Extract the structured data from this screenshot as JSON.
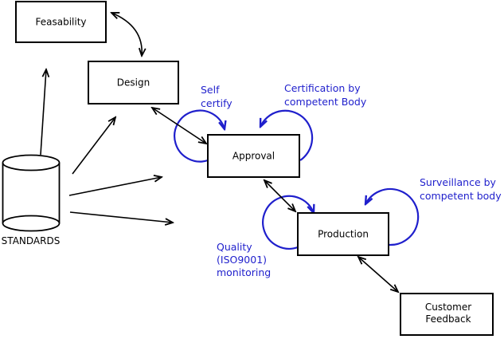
{
  "boxes": {
    "feasability": {
      "label": "Feasability"
    },
    "design": {
      "label": "Design"
    },
    "approval": {
      "label": "Approval"
    },
    "production": {
      "label": "Production"
    },
    "customer_feedback": {
      "label_line1": "Customer",
      "label_line2": "Feedback"
    }
  },
  "datastore": {
    "label": "STANDARDS"
  },
  "annotations": {
    "self_certify": {
      "line1": "Self",
      "line2": "certify"
    },
    "certification": {
      "line1": "Certification by",
      "line2": "competent Body"
    },
    "surveillance": {
      "line1": "Surveillance by",
      "line2": "competent body"
    },
    "quality_monitoring": {
      "line1": "Quality",
      "line2": "(ISO9001)",
      "line3": "monitoring"
    }
  },
  "colors": {
    "annotation_blue": "#1f1fcc",
    "line_black": "#000000",
    "box_fill": "#ffffff",
    "background": "#ffffff"
  }
}
